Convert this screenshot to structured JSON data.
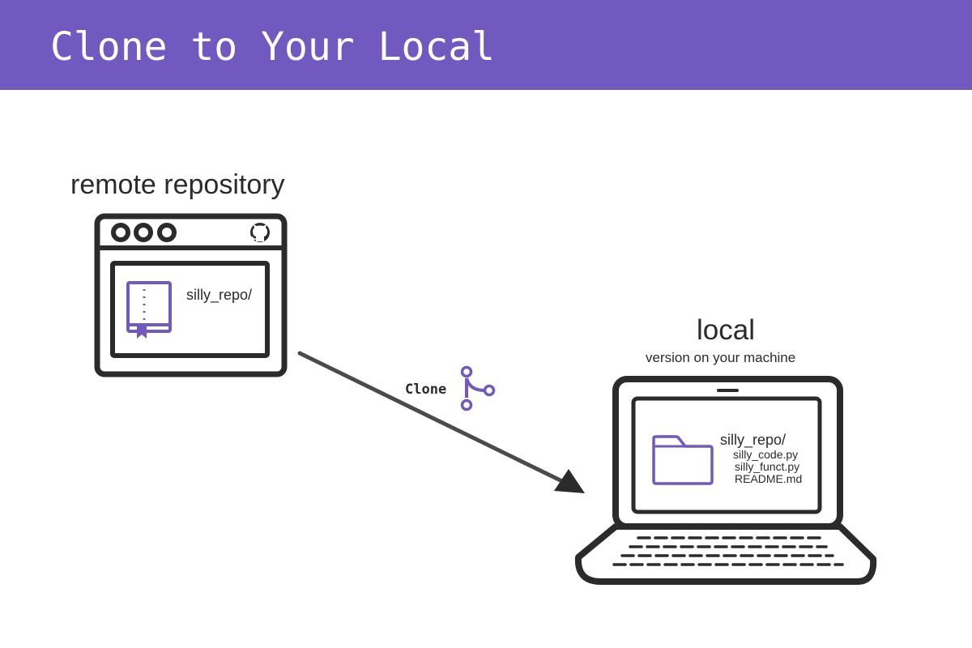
{
  "header": {
    "title": "Clone to Your Local"
  },
  "remote": {
    "label": "remote repository",
    "repo_name": "silly_repo/",
    "icon": "github-icon"
  },
  "local": {
    "label": "local",
    "subtitle": "version on your machine",
    "folder_name": "silly_repo/",
    "files": [
      "silly_code.py",
      "silly_funct.py",
      "README.md"
    ]
  },
  "action": {
    "label": "Clone",
    "icon": "git-fork-icon"
  },
  "colors": {
    "accent": "#7159bf",
    "outline": "#2b2b2b",
    "header_text": "#ffffff"
  }
}
